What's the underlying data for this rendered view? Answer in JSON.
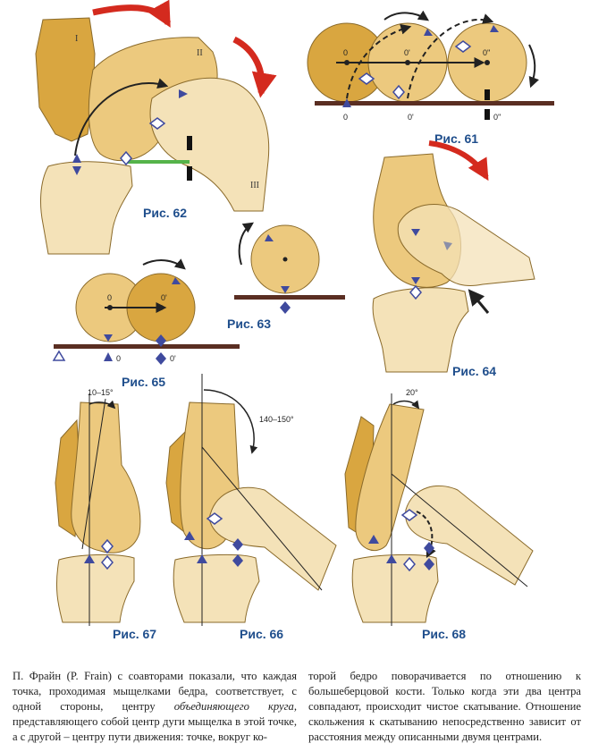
{
  "figures": {
    "fig61": {
      "caption": "Рис. 61",
      "point_labels": [
        "0",
        "0'",
        "0''",
        "0",
        "0'",
        "0''"
      ]
    },
    "fig62": {
      "caption": "Рис. 62",
      "bone_labels": [
        "I",
        "II",
        "III"
      ]
    },
    "fig63": {
      "caption": "Рис. 63"
    },
    "fig64": {
      "caption": "Рис. 64"
    },
    "fig65": {
      "caption": "Рис. 65",
      "point_labels": [
        "0",
        "0'",
        "0",
        "0'"
      ]
    },
    "fig66": {
      "caption": "Рис. 66",
      "angle_label": "140–150°"
    },
    "fig67": {
      "caption": "Рис. 67",
      "angle_label": "10–15°"
    },
    "fig68": {
      "caption": "Рис. 68",
      "angle_label": "20°"
    }
  },
  "text": {
    "left_part1": "П. Фрайн (P. Frain) с соавторами показали, что каждая точка, проходимая мыщелками бедра, соответствует, с одной стороны, центру ",
    "left_italic": "объединяющего круга,",
    "left_part2": " представляющего собой центр дуги мыщелка в этой точке, а с другой – центру пути движения: точке, вокруг ко-",
    "right": "торой бедро поворачивается по отношению к большеберцовой кости. Только когда эти два центра совпадают, происходит чистое скатывание. Отношение скольжения к скатыванию непосредственно зависит от расстояния между описанными двумя центрами."
  },
  "colors": {
    "bone_light": "#f4e2b8",
    "bone_mid": "#ecc97e",
    "bone_dark": "#d9a640",
    "ground": "#5a2e22",
    "arrow_red": "#d42a1e",
    "marker_blue": "#3f4a9e",
    "caption_blue": "#1f4e8c",
    "ligament_green": "#55b34a"
  },
  "icons": [
    "triangle-marker-icon",
    "diamond-marker-icon",
    "rotation-arrow-icon"
  ]
}
